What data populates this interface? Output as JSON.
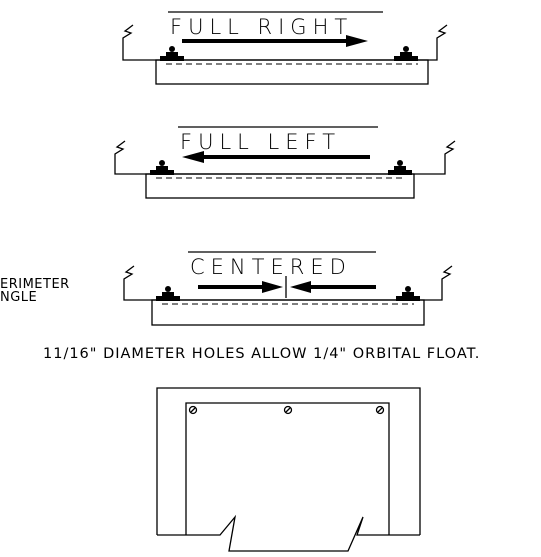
{
  "labels": {
    "full_right": "FULL RIGHT",
    "full_left": "FULL LEFT",
    "centered": "CENTERED",
    "perimeter_line1": "ERIMETER",
    "perimeter_line2": "NGLE",
    "float_note": "11/16\" DIAMETER HOLES ALLOW 1/4\" ORBITAL FLOAT."
  },
  "colors": {
    "stroke": "#000000",
    "background": "#ffffff"
  }
}
